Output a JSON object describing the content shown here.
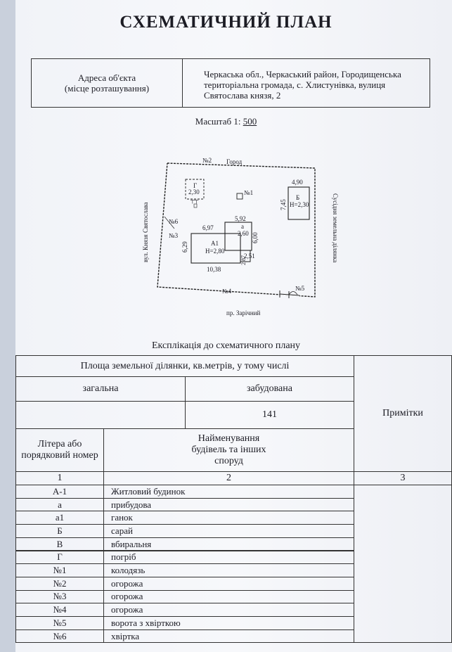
{
  "title": "СХЕМАТИЧНИЙ ПЛАН",
  "address": {
    "label_line1": "Адреса об'єкта",
    "label_line2": "(місце розташування)",
    "value": "Черкаська обл., Черкаський район, Городищенська територіальна громада, с. Хлистунівка, вулиця Святослава князя, 2"
  },
  "scale": {
    "prefix": "Масштаб 1:",
    "value": "500"
  },
  "plan": {
    "labels": {
      "top": "Город",
      "bottom": "пр. Зарічний",
      "left": "вул. Князя Святослава",
      "right": "Сусідня земельна ділянка",
      "n1": "№1",
      "n2": "№2",
      "n3": "№3",
      "n4": "№4",
      "n5": "№5",
      "n6": "№6"
    },
    "g": {
      "name": "Г",
      "h": "2,30"
    },
    "b": {
      "name": "Б",
      "h": "Н=2,30",
      "width": "4,90",
      "height": "7,45"
    },
    "a1": {
      "name": "А1",
      "h": "Н=2,80",
      "top": "6,97",
      "bottom": "10,38",
      "left": "6,29",
      "right1": "2,51",
      "right2": "2,87"
    },
    "a": {
      "name": "а",
      "h": "2,60",
      "top": "5,92",
      "right": "6,00"
    }
  },
  "explication": {
    "title": "Експлікація до схематичного плану",
    "area_header": "Площа земельної ділянки, кв.метрів, у тому числі",
    "total_label": "загальна",
    "built_label": "забудована",
    "total_value": "",
    "built_value": "141",
    "notes_header": "Примітки",
    "col1_header": "Літера або порядковий номер",
    "col2_header": "Найменування будівель та інших споруд",
    "col_nums": [
      "1",
      "2",
      "3"
    ],
    "rows": [
      {
        "code": "А-1",
        "name": "Житловий будинок"
      },
      {
        "code": "а",
        "name": "прибудова"
      },
      {
        "code": "а1",
        "name": "ганок"
      },
      {
        "code": "Б",
        "name": "сарай"
      },
      {
        "code": "В",
        "name": "вбиральня"
      },
      {
        "code": "Г",
        "name": "погріб"
      },
      {
        "code": "№1",
        "name": "колодязь"
      },
      {
        "code": "№2",
        "name": "огорожа"
      },
      {
        "code": "№3",
        "name": "огорожа"
      },
      {
        "code": "№4",
        "name": "огорожа"
      },
      {
        "code": "№5",
        "name": "ворота з хвірткою"
      },
      {
        "code": "№6",
        "name": "хвіртка"
      }
    ]
  }
}
